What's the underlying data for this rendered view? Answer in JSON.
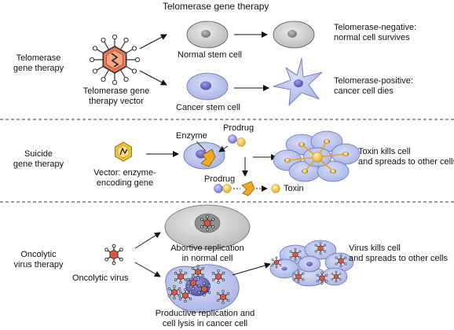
{
  "title": "Telomerase gene therapy",
  "sections": [
    {
      "label": [
        "Telomerase",
        "gene therapy"
      ],
      "vector_label": [
        "Telomerase gene",
        "therapy vector"
      ],
      "normal_cell": "Normal stem cell",
      "cancer_cell": "Cancer stem cell",
      "outcome_top": [
        "Telomerase-negative:",
        "normal cell survives"
      ],
      "outcome_bottom": [
        "Telomerase-positive:",
        "cancer cell dies"
      ]
    },
    {
      "label": [
        "Suicide",
        "gene therapy"
      ],
      "vector_label": [
        "Vector: enzyme-",
        "encoding gene"
      ],
      "enzyme": "Enzyme",
      "prodrug_top": "Prodrug",
      "prodrug_bottom": "Prodrug",
      "toxin": "Toxin",
      "outcome": [
        "Toxin kills cell",
        "and spreads to other cells"
      ]
    },
    {
      "label": [
        "Oncolytic",
        "virus therapy"
      ],
      "virus_label": "Oncolytic virus",
      "abortive": [
        "Abortive replication",
        "in normal cell"
      ],
      "productive": [
        "Productive replication and",
        "cell lysis in cancer cell"
      ],
      "outcome": [
        "Virus kills cell",
        "and spreads to other cells"
      ]
    }
  ],
  "colors": {
    "normal_cell": "#cfcfcf",
    "cancer_cell": "#b9c4ec",
    "nucleus_normal": "#8c8c8c",
    "nucleus_cancer": "#6f6fc8",
    "vector": "#e0563a",
    "enzyme": "#f0a825",
    "prodrug_blue": "#8d8ce8",
    "prodrug_yellow": "#f5c33a",
    "divider": "#333333"
  }
}
